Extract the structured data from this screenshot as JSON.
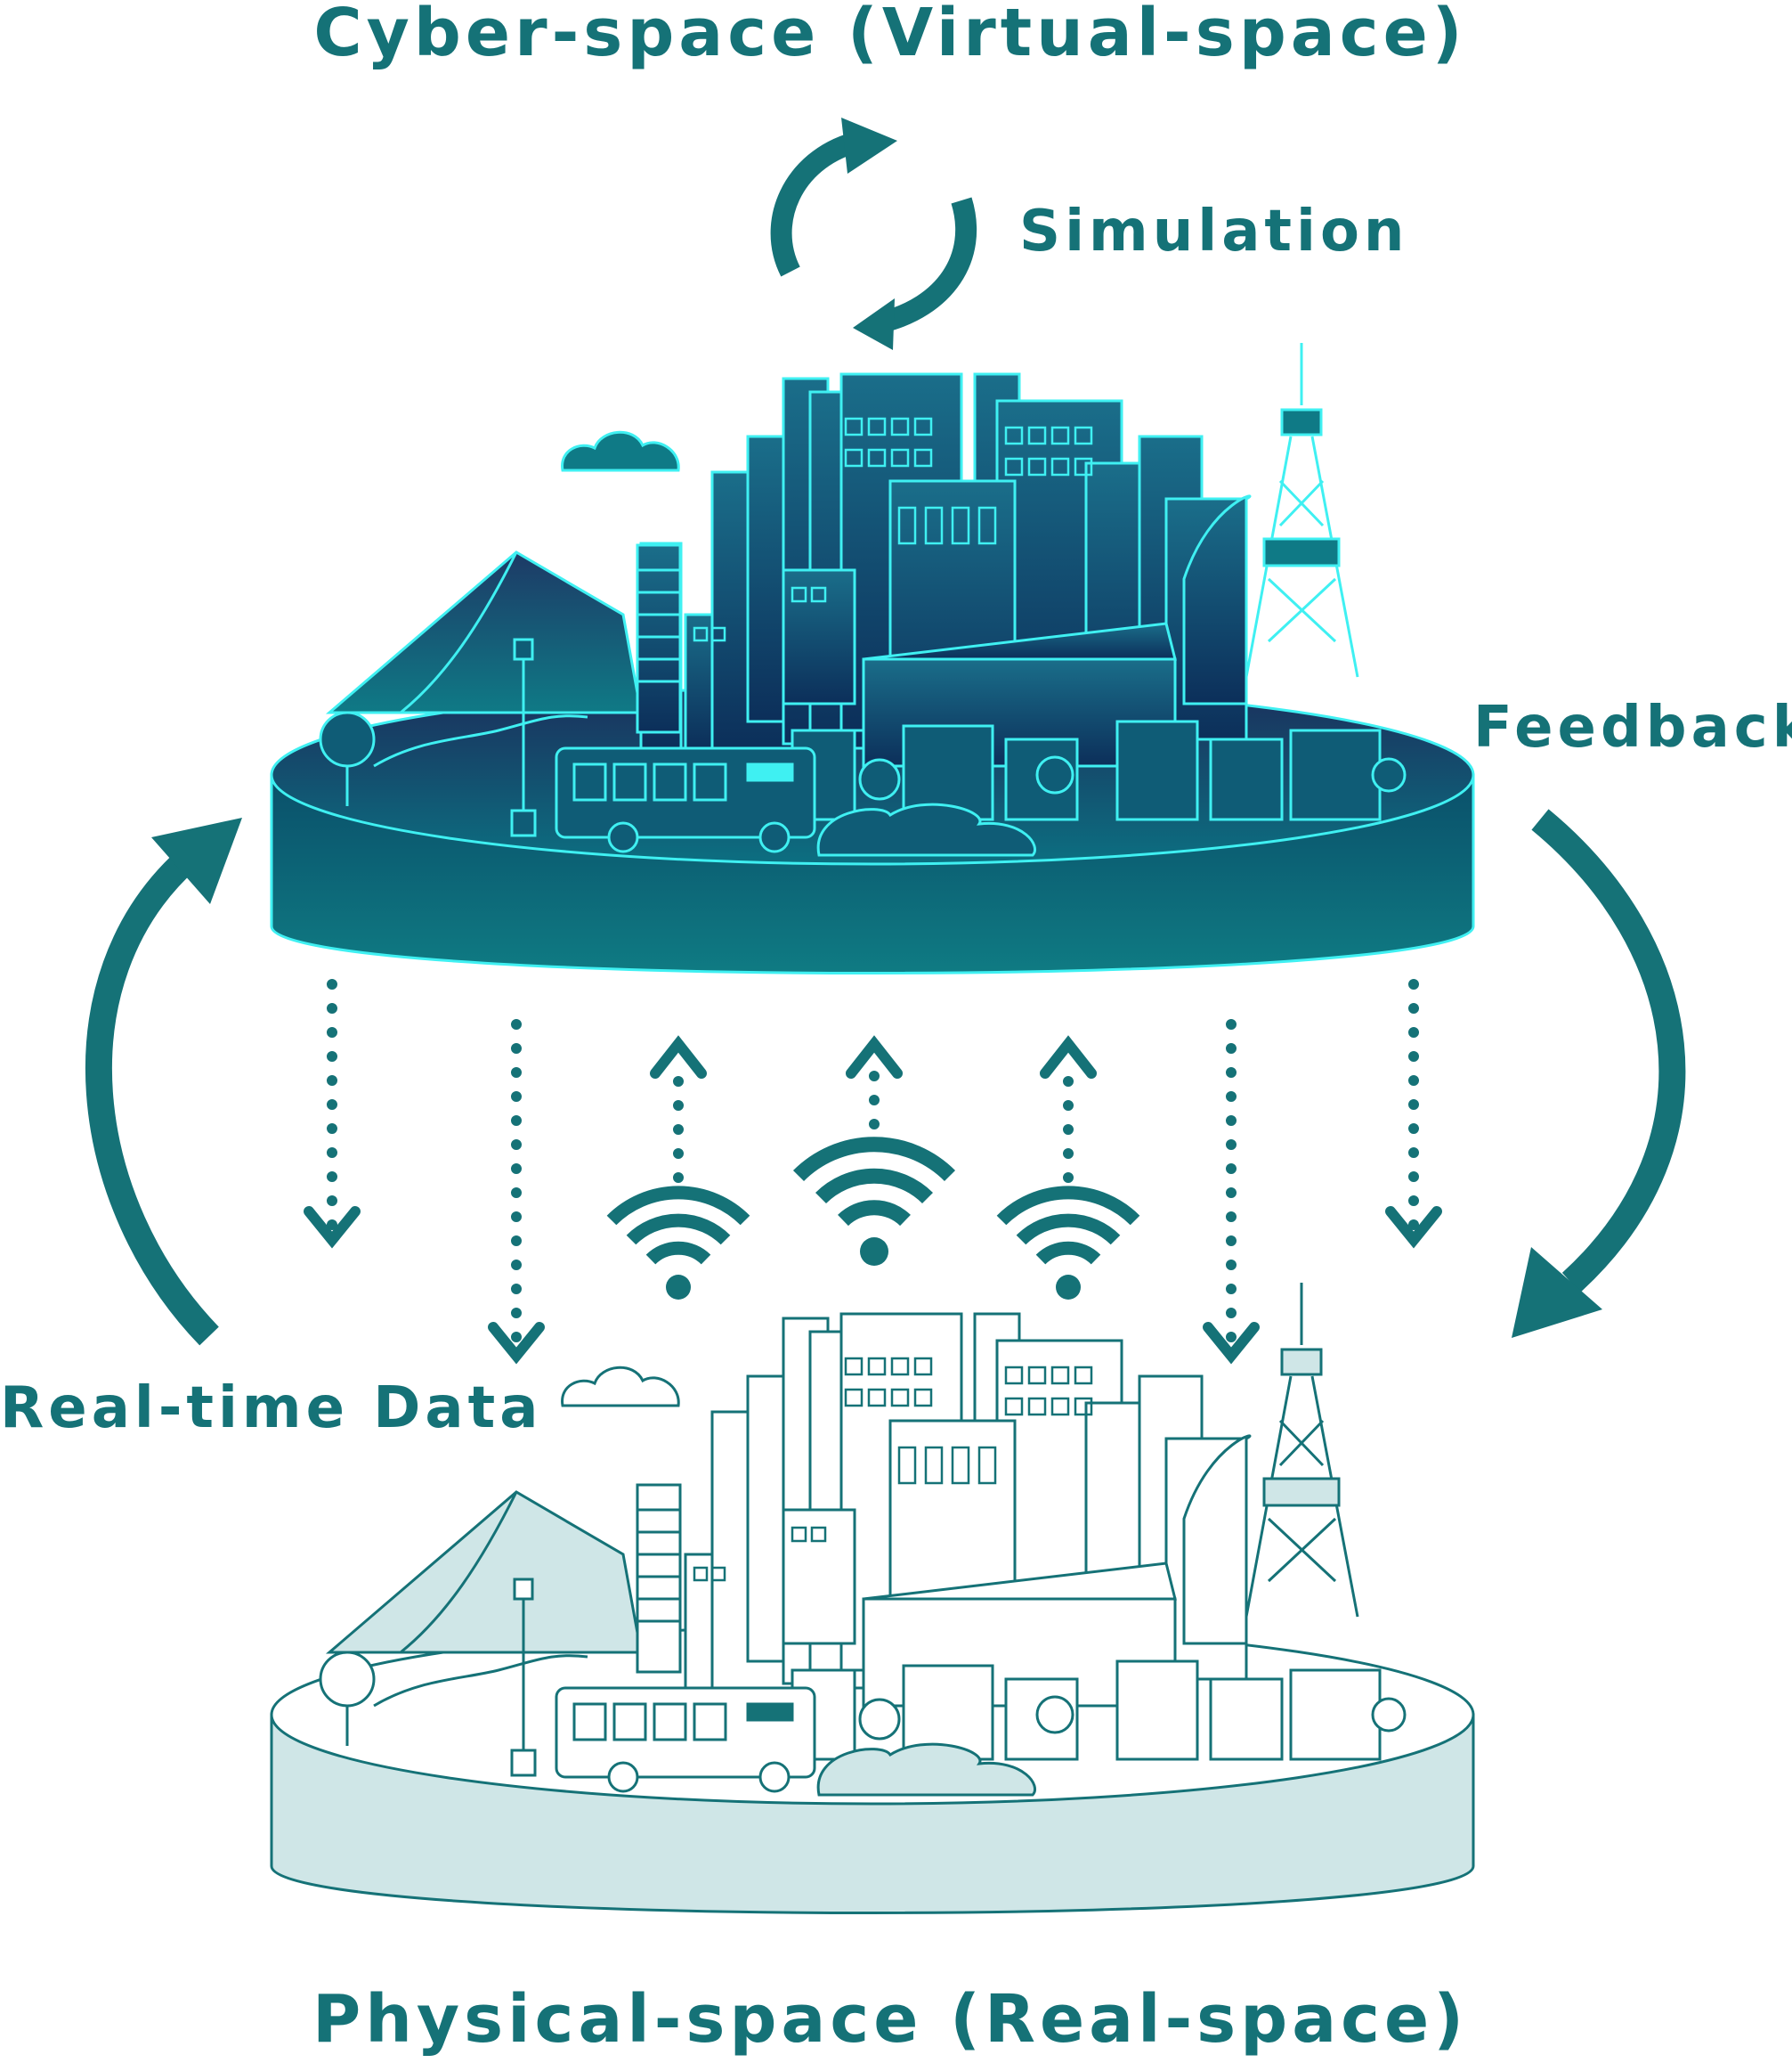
{
  "labels": {
    "cyber_title": "Cyber-space (Virtual-space)",
    "physical_title": "Physical-space (Real-space)",
    "simulation": "Simulation",
    "feedback": "Feedback",
    "realtime": "Real-time Data"
  },
  "colors": {
    "brand_teal": "#157277",
    "cyan_outline": "#3ff0f2",
    "cyber_top": "#103a63",
    "cyber_mid": "#0b5d7a",
    "light_fill": "#cfe6e7",
    "white": "#ffffff"
  },
  "icons": [
    "cycle-arrows-icon",
    "wifi-icon",
    "cloud-icon",
    "tower-icon",
    "bus-icon"
  ]
}
